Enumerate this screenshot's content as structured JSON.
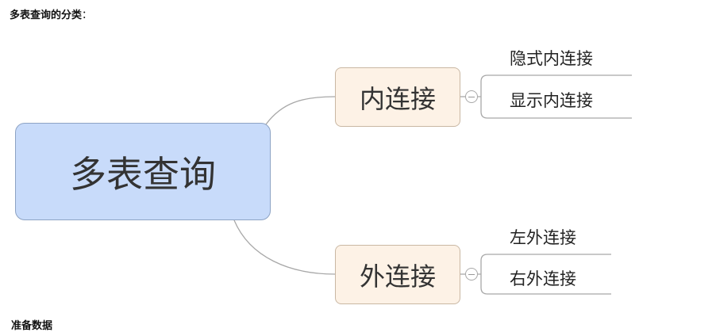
{
  "heading": {
    "text": "多表查询的分类",
    "colon": "："
  },
  "footer_heading": "准备数据",
  "mindmap": {
    "root": "多表查询",
    "branches": [
      {
        "label": "内连接",
        "children": [
          "隐式内连接",
          "显示内连接"
        ]
      },
      {
        "label": "外连接",
        "children": [
          "左外连接",
          "右外连接"
        ]
      }
    ]
  },
  "colors": {
    "root_fill": "#c8dbfa",
    "branch_fill": "#fdf2e6",
    "connector": "#a8a8a8"
  },
  "icons": {
    "collapse": "collapse-icon"
  }
}
